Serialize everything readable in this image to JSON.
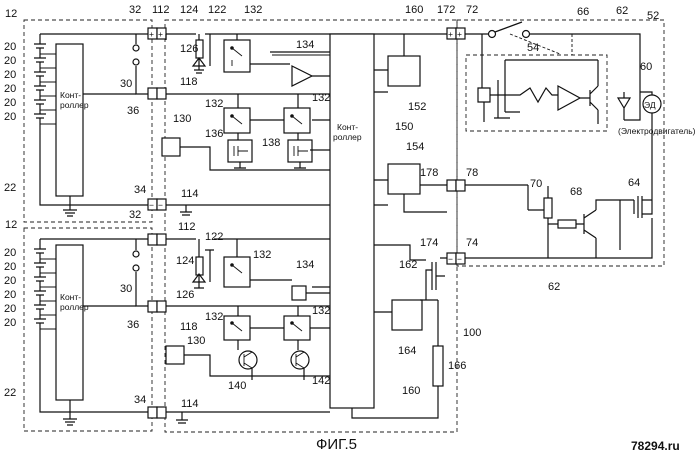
{
  "figure": {
    "caption": "ФИГ.5",
    "watermark": "78294.ru"
  },
  "controller_text": {
    "battery_top_line1": "Конт-",
    "battery_top_line2": "роллер",
    "battery_bottom_line1": "Конт-",
    "battery_bottom_line2": "роллер",
    "main_line1": "Конт-",
    "main_line2": "роллер"
  },
  "motor": {
    "symbol": "ЭД",
    "label": "(Электродвигатель)"
  },
  "terminal_signs": {
    "plus": "+",
    "minus": "−"
  },
  "refs": {
    "r12a": "12",
    "r12b": "12",
    "r20": [
      "20",
      "20",
      "20",
      "20",
      "20",
      "20",
      "20",
      "20",
      "20",
      "20",
      "20",
      "20"
    ],
    "r22a": "22",
    "r22b": "22",
    "r30a": "30",
    "r30b": "30",
    "r32a": "32",
    "r32b": "32",
    "r34a": "34",
    "r34b": "34",
    "r36a": "36",
    "r36b": "36",
    "r112a": "112",
    "r112b": "112",
    "r114a": "114",
    "r114b": "114",
    "r118a": "118",
    "r118b": "118",
    "r122a": "122",
    "r122b": "122",
    "r124a": "124",
    "r124b": "124",
    "r126a": "126",
    "r126b": "126",
    "r130a": "130",
    "r130b": "130",
    "r132": [
      "132",
      "132",
      "132",
      "132",
      "132",
      "132"
    ],
    "r134a": "134",
    "r134b": "134",
    "r136": "136",
    "r138": "138",
    "r140": "140",
    "r142": "142",
    "r150": "150",
    "r152": "152",
    "r154": "154",
    "r160a": "160",
    "r160b": "160",
    "r162": "162",
    "r164": "164",
    "r166": "166",
    "r172": "172",
    "r174": "174",
    "r178": "178",
    "r100": "100",
    "r52": "52",
    "r54": "54",
    "r60": "60",
    "r62a": "62",
    "r62b": "62",
    "r64": "64",
    "r66": "66",
    "r68": "68",
    "r70": "70",
    "r72": "72",
    "r74": "74",
    "r78": "78"
  }
}
